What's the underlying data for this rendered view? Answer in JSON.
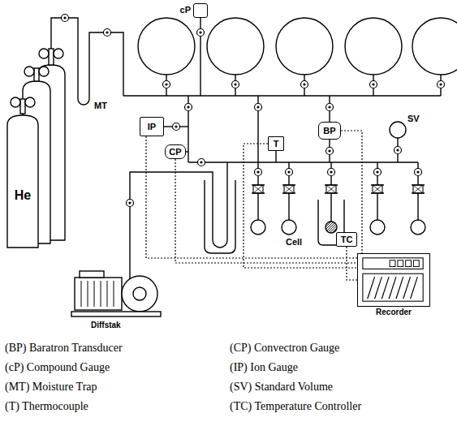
{
  "diagram": {
    "nodes": [
      {
        "text": [
          "cP"
        ]
      },
      {
        "text": [
          "He"
        ]
      },
      {
        "text": [
          "IP"
        ]
      },
      {
        "text": [
          "BP"
        ]
      },
      {
        "text": [
          "T"
        ]
      },
      {
        "text": [
          "CP"
        ]
      },
      {
        "text": [
          "TC"
        ]
      },
      {
        "text": [
          "Recorder"
        ]
      }
    ],
    "edges": [
      {
        "from": 2,
        "to": 7,
        "arrow": "none"
      },
      {
        "from": 5,
        "to": 7,
        "arrow": "none"
      },
      {
        "from": 4,
        "to": 7,
        "arrow": "none"
      },
      {
        "from": 3,
        "to": 7,
        "arrow": "none"
      },
      {
        "from": 6,
        "to": 7,
        "arrow": "none"
      }
    ],
    "labels": [
      "MT",
      "SV",
      "Cell",
      "Diffstak",
      "(BP) Baratron Transducer",
      "(CP) Convectron Gauge",
      "(cP) Compound Gauge",
      "(IP) Ion Gauge",
      "(MT) Moisture Trap",
      "(SV) Standard Volume",
      "(T) Thermocouple",
      "(TC) Temperature Controller"
    ]
  }
}
